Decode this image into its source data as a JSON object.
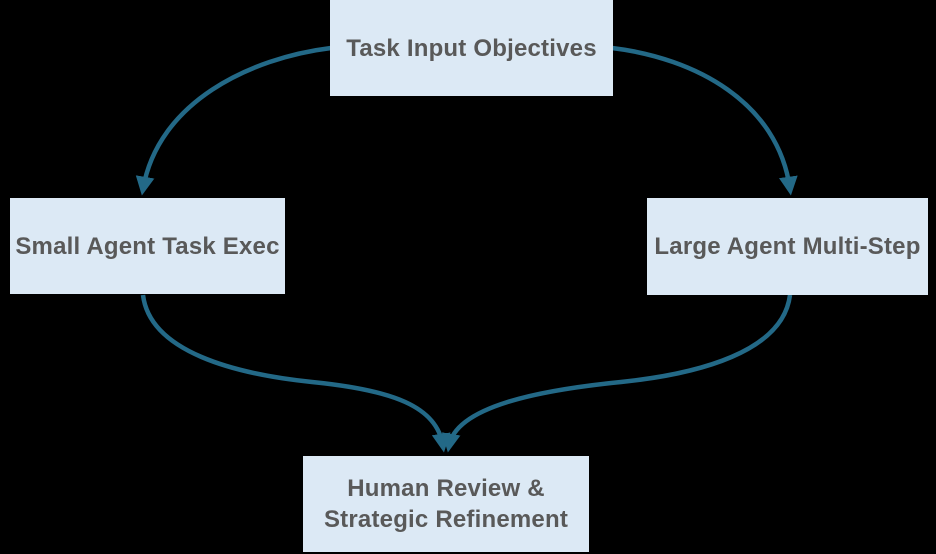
{
  "diagram": {
    "nodes": {
      "top": {
        "label": "Task Input Objectives"
      },
      "left": {
        "label": "Small Agent Task Exec"
      },
      "right": {
        "label": "Large Agent Multi-Step"
      },
      "bottom": {
        "label_line1": "Human Review &",
        "label_line2": "Strategic Refinement"
      }
    },
    "edges": [
      {
        "from": "Task Input Objectives",
        "to": "Small Agent Task Exec"
      },
      {
        "from": "Task Input Objectives",
        "to": "Large Agent Multi-Step"
      },
      {
        "from": "Small Agent Task Exec",
        "to": "Human Review & Strategic Refinement"
      },
      {
        "from": "Large Agent Multi-Step",
        "to": "Human Review & Strategic Refinement"
      }
    ]
  },
  "colors": {
    "background": "#000000",
    "node-fill": "#dce9f5",
    "node-text": "#595959",
    "arrow": "#236987"
  }
}
